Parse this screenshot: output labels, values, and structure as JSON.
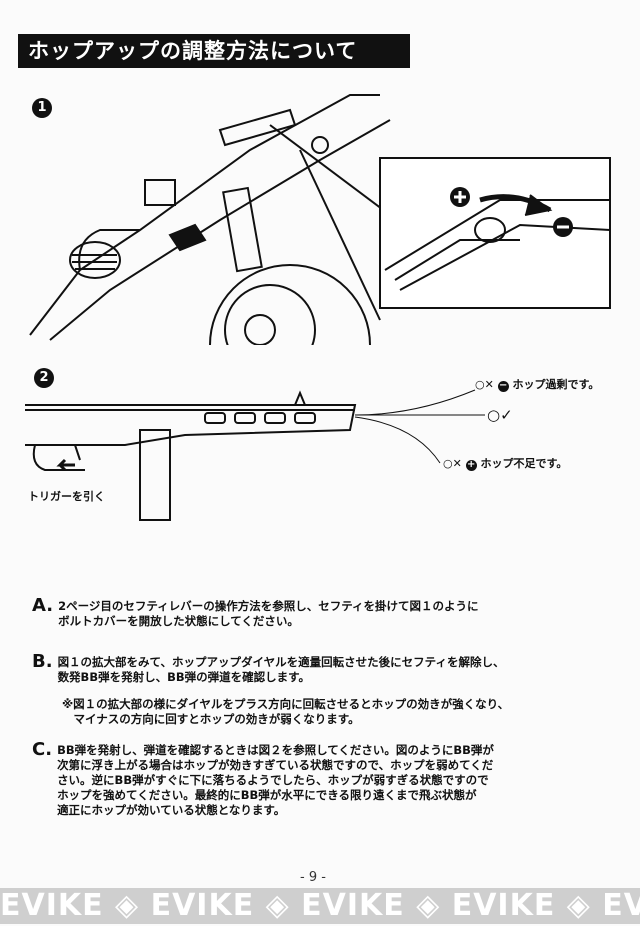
{
  "title": "ホップアップの調整方法について",
  "figures": {
    "fig1_number": "1",
    "fig2_number": "2",
    "trigger_label": "トリガーを引く",
    "trajectory": [
      {
        "marks": "○✕",
        "icon": "minus-circle-icon",
        "text": "ホップ過剰です。"
      },
      {
        "marks": "○✓",
        "icon": "",
        "text": ""
      },
      {
        "marks": "○✕",
        "icon": "plus-circle-icon",
        "text": "ホップ不足です。"
      }
    ]
  },
  "instructions": [
    {
      "letter": "A.",
      "text": "2ページ目のセフティレバーの操作方法を参照し、セフティを掛けて図１のように\nボルトカバーを開放した状態にしてください。"
    },
    {
      "letter": "B.",
      "text": "図１の拡大部をみて、ホップアップダイヤルを適量回転させた後にセフティを解除し、\n数発BB弾を発射し、BB弾の弾道を確認します。",
      "note": "※図１の拡大部の様にダイヤルをプラス方向に回転させるとホップの効きが強くなり、\n　マイナスの方向に回すとホップの効きが弱くなります。"
    },
    {
      "letter": "C.",
      "text": "BB弾を発射し、弾道を確認するときは図２を参照してください。図のようにBB弾が\n次第に浮き上がる場合はホップが効きすぎている状態ですので、ホップを弱めてくだ\nさい。逆にBB弾がすぐに下に落ちるようでしたら、ホップが弱すぎる状態ですので\nホップを強めてください。最終的にBB弾が水平にできる限り遠くまで飛ぶ状態が\n適正にホップが効いている状態となります。"
    }
  ],
  "watermark": "EVIKE ◈ EVIKE ◈ EVIKE ◈ EVIKE ◈ EVIKE",
  "page_number": "- 9 -"
}
